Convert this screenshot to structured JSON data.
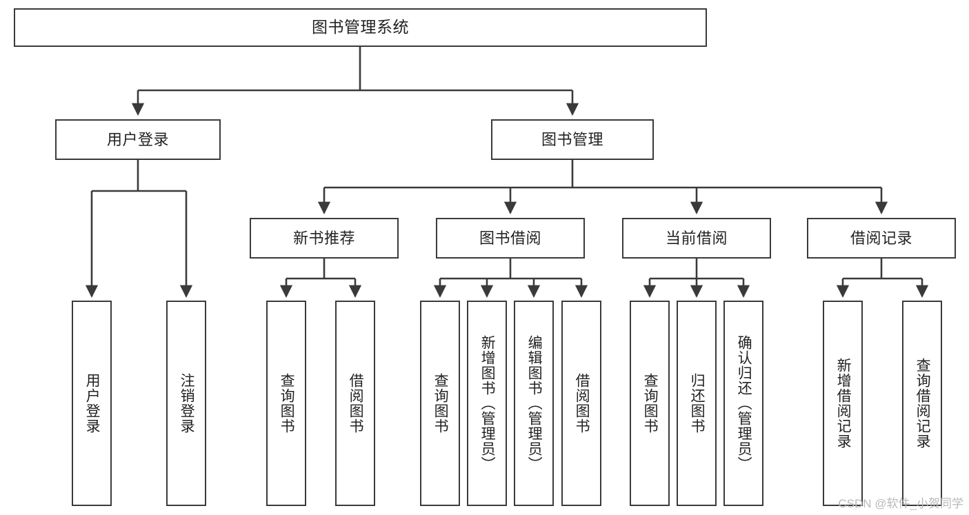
{
  "diagram": {
    "title": "图书管理系统",
    "type": "tree-hierarchy",
    "stroke_color": "#3a3a3a",
    "fill_color": "#ffffff",
    "text_color": "#222222"
  },
  "nodes": {
    "root": {
      "label": "图书管理系统"
    },
    "level2": [
      {
        "id": "user-login",
        "label": "用户登录"
      },
      {
        "id": "book-manage",
        "label": "图书管理"
      }
    ],
    "level3": [
      {
        "id": "new-book-rec",
        "label": "新书推荐"
      },
      {
        "id": "book-borrow",
        "label": "图书借阅"
      },
      {
        "id": "current-borrow",
        "label": "当前借阅"
      },
      {
        "id": "borrow-record",
        "label": "借阅记录"
      }
    ],
    "leaves": {
      "user_login": [
        {
          "id": "leaf-user-login",
          "label": "用户登录"
        },
        {
          "id": "leaf-logout",
          "label": "注销登录"
        }
      ],
      "new_book_rec": [
        {
          "id": "leaf-query-book-1",
          "label": "查询图书"
        },
        {
          "id": "leaf-borrow-book-1",
          "label": "借阅图书"
        }
      ],
      "book_borrow": [
        {
          "id": "leaf-query-book-2",
          "label": "查询图书"
        },
        {
          "id": "leaf-add-book",
          "label": "新增图书（管理员）"
        },
        {
          "id": "leaf-edit-book",
          "label": "编辑图书（管理员）"
        },
        {
          "id": "leaf-borrow-book-2",
          "label": "借阅图书"
        }
      ],
      "current_borrow": [
        {
          "id": "leaf-query-book-3",
          "label": "查询图书"
        },
        {
          "id": "leaf-return-book",
          "label": "归还图书"
        },
        {
          "id": "leaf-confirm-return",
          "label": "确认归还（管理员）"
        }
      ],
      "borrow_record": [
        {
          "id": "leaf-add-record",
          "label": "新增借阅记录"
        },
        {
          "id": "leaf-query-record",
          "label": "查询借阅记录"
        }
      ]
    }
  },
  "watermark": {
    "text": "CSDN @软件_小贺同学"
  }
}
